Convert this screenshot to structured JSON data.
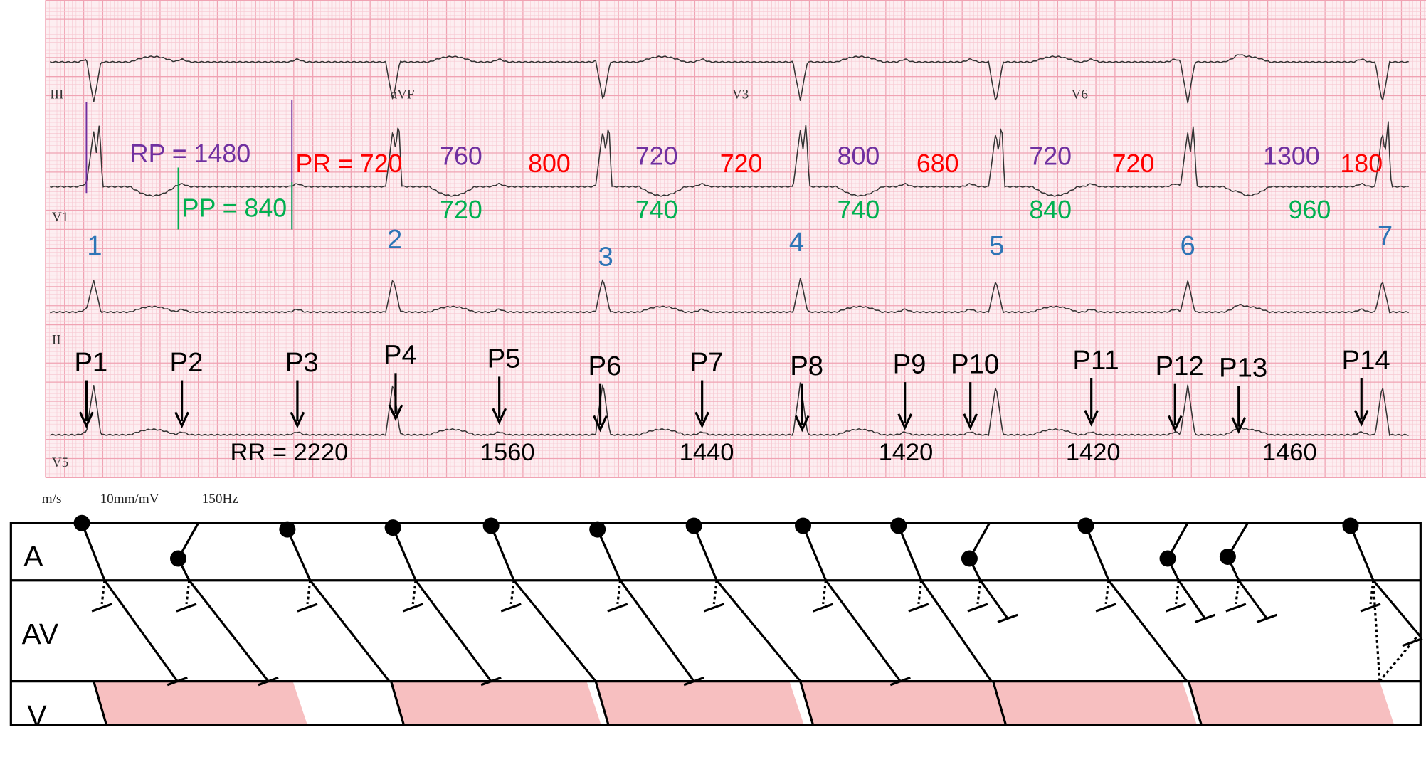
{
  "colors": {
    "paper": "#fdeef1",
    "grid_minor": "#f7c9d2",
    "grid_major": "#f0a3b3",
    "trace": "#333333",
    "purple": "#7030a0",
    "red": "#ff0000",
    "green": "#00b050",
    "blue": "#2e75b6",
    "v_fill": "#f7bfc0"
  },
  "ecg": {
    "leads": [
      "III",
      "aVF",
      "V3",
      "V6",
      "V1",
      "II",
      "V5"
    ],
    "footer": {
      "speed": "m/s",
      "gain": "10mm/mV",
      "filter": "150Hz"
    }
  },
  "annotations": {
    "rp_label": "RP = 1480",
    "pp_label": "PP = 840",
    "pr_label": "PR = 720",
    "purple_values": [
      "760",
      "720",
      "800",
      "720",
      "1300"
    ],
    "red_values": [
      "800",
      "720",
      "680",
      "720",
      "180"
    ],
    "green_values": [
      "720",
      "740",
      "740",
      "840",
      "960"
    ],
    "beat_numbers": [
      "1",
      "2",
      "3",
      "4",
      "5",
      "6",
      "7"
    ],
    "p_labels": [
      "P1",
      "P2",
      "P3",
      "P4",
      "P5",
      "P6",
      "P7",
      "P8",
      "P9",
      "P10",
      "P11",
      "P12",
      "P13",
      "P14"
    ],
    "rr_values": [
      "RR = 2220",
      "1560",
      "1440",
      "1420",
      "1420",
      "1460"
    ]
  },
  "ladder": {
    "rows": [
      "A",
      "AV",
      "V"
    ]
  }
}
